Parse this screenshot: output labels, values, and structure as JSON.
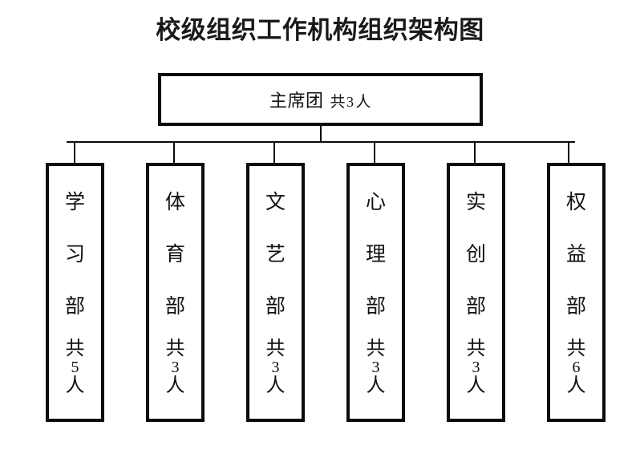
{
  "chart": {
    "title": "校级组织工作机构组织架构图",
    "root": {
      "name": "主席团",
      "count_prefix": "共",
      "count": "3",
      "count_suffix": "人",
      "full_label": "主席团 共3人"
    },
    "departments": [
      {
        "name": "学习部",
        "name_chars": [
          "学",
          "习",
          "部"
        ],
        "count_prefix": "共",
        "count": "5",
        "count_suffix": "人",
        "full_label": "学习部 共5人"
      },
      {
        "name": "体育部",
        "name_chars": [
          "体",
          "育",
          "部"
        ],
        "count_prefix": "共",
        "count": "3",
        "count_suffix": "人",
        "full_label": "体育部 共3人"
      },
      {
        "name": "文艺部",
        "name_chars": [
          "文",
          "艺",
          "部"
        ],
        "count_prefix": "共",
        "count": "3",
        "count_suffix": "人",
        "full_label": "文艺部 共3人"
      },
      {
        "name": "心理部",
        "name_chars": [
          "心",
          "理",
          "部"
        ],
        "count_prefix": "共",
        "count": "3",
        "count_suffix": "人",
        "full_label": "心理部 共3人"
      },
      {
        "name": "实创部",
        "name_chars": [
          "实",
          "创",
          "部"
        ],
        "count_prefix": "共",
        "count": "3",
        "count_suffix": "人",
        "full_label": "实创部 共3人"
      },
      {
        "name": "权益部",
        "name_chars": [
          "权",
          "益",
          "部"
        ],
        "count_prefix": "共",
        "count": "6",
        "count_suffix": "人",
        "full_label": "权益部 共6人"
      }
    ],
    "colors": {
      "line": "#0b0b0b",
      "text": "#111111",
      "background": "#ffffff"
    }
  }
}
